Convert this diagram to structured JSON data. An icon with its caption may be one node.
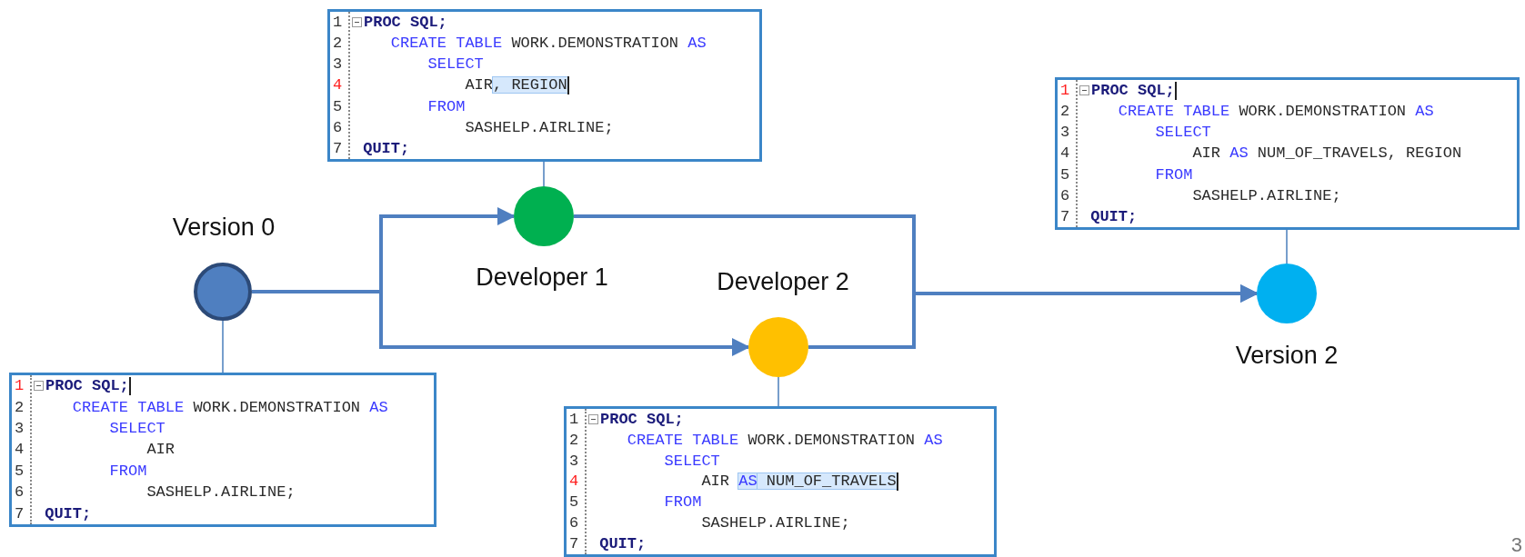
{
  "diagram": {
    "nodes": [
      {
        "text": [
          "Version 0"
        ]
      },
      {
        "text": [
          "Developer 1"
        ]
      },
      {
        "text": [
          "Developer 2"
        ]
      },
      {
        "text": [
          "Version 2"
        ]
      },
      {
        "text": [
          "1",
          "PROC SQL;",
          "2",
          "CREATE TABLE WORK.DEMONSTRATION AS",
          "3",
          "SELECT",
          "4",
          "AIR",
          "5",
          "FROM",
          "6",
          "SASHELP.AIRLINE;",
          "7",
          "QUIT;"
        ]
      },
      {
        "text": [
          "1",
          "PROC SQL;",
          "2",
          "CREATE TABLE WORK.DEMONSTRATION AS",
          "3",
          "SELECT",
          "4",
          "AIR, REGION",
          "5",
          "FROM",
          "6",
          "SASHELP.AIRLINE;",
          "7",
          "QUIT;"
        ]
      },
      {
        "text": [
          "1",
          "PROC SQL;",
          "2",
          "CREATE TABLE WORK.DEMONSTRATION AS",
          "3",
          "SELECT",
          "4",
          "AIR AS NUM_OF_TRAVELS",
          "5",
          "FROM",
          "6",
          "SASHELP.AIRLINE;",
          "7",
          "QUIT;"
        ]
      },
      {
        "text": [
          "1",
          "PROC SQL;",
          "2",
          "CREATE TABLE WORK.DEMONSTRATION AS",
          "3",
          "SELECT",
          "4",
          "AIR AS NUM_OF_TRAVELS, REGION",
          "5",
          "FROM",
          "6",
          "SASHELP.AIRLINE;",
          "7",
          "QUIT;"
        ]
      }
    ],
    "edges": [
      {
        "from": 0,
        "to": 1,
        "arrow": "to"
      },
      {
        "from": 0,
        "to": 2,
        "arrow": "to"
      },
      {
        "from": 1,
        "to": 3,
        "arrow": "to"
      },
      {
        "from": 2,
        "to": 3,
        "arrow": "to"
      },
      {
        "from": 0,
        "to": 4,
        "arrow": "none"
      },
      {
        "from": 1,
        "to": 5,
        "arrow": "none"
      },
      {
        "from": 2,
        "to": 6,
        "arrow": "none"
      },
      {
        "from": 3,
        "to": 7,
        "arrow": "none"
      }
    ],
    "labels": [
      "3"
    ]
  }
}
